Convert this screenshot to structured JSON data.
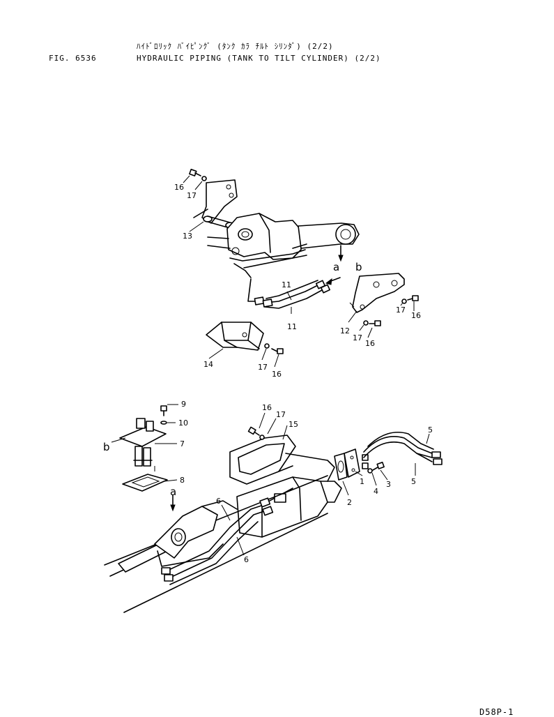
{
  "header": {
    "katakana_title": "ﾊｲﾄﾞﾛﾘｯｸ ﾊﾞｲﾋﾟﾝｸﾞ (ﾀﾝｸ ｶﾗ ﾁﾙﾄ ｼﾘﾝﾀﾞ) (2/2)",
    "fig_number": "FIG. 6536",
    "title": "HYDRAULIC PIPING (TANK TO TILT CYLINDER) (2/2)"
  },
  "footer": {
    "model_code": "D58P-1"
  },
  "callouts": {
    "c1": "1",
    "c2": "2",
    "c3": "3",
    "c4": "4",
    "c5": "5",
    "c6": "6",
    "c7": "7",
    "c8": "8",
    "c9": "9",
    "c10": "10",
    "c11": "11",
    "c12": "12",
    "c13": "13",
    "c14": "14",
    "c15": "15",
    "c16": "16",
    "c17": "17"
  },
  "view_refs": {
    "a": "a",
    "b": "b"
  }
}
